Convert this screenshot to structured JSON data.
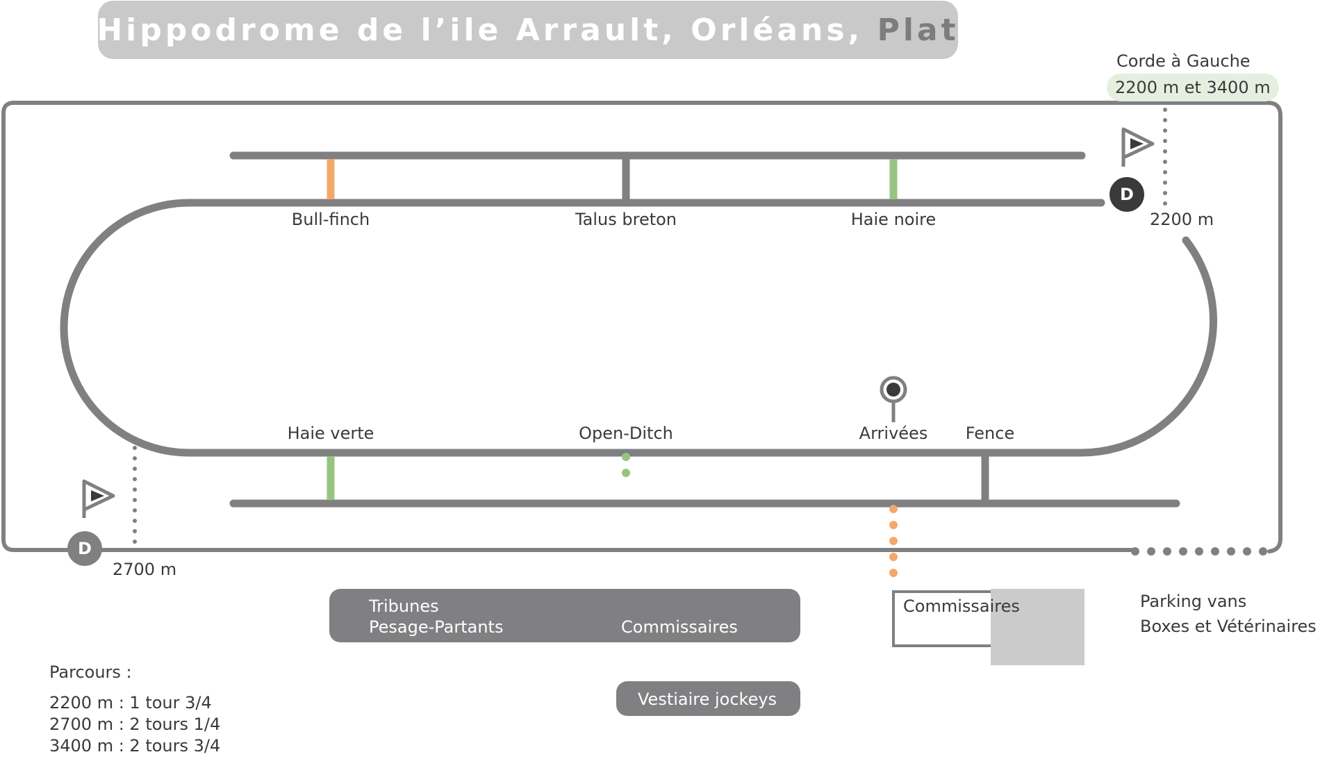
{
  "title": {
    "main": "Hippodrome de l’ile Arrault, Orléans, ",
    "accent": "Plat"
  },
  "colors": {
    "track": "#808083",
    "orange": "#f3a96c",
    "green": "#97c581",
    "dark": "#3a3a3c",
    "badge_green": "#e5efe0"
  },
  "icons": {
    "start_flag": "flag-icon",
    "finish_marker": "finish-post-icon"
  },
  "corde": {
    "label": "Corde à Gauche",
    "distances": "2200 m et 3400 m"
  },
  "starts": [
    {
      "letter": "D",
      "distance": "2200 m"
    },
    {
      "letter": "D",
      "distance": "2700 m"
    }
  ],
  "obstacles": {
    "top": [
      {
        "name": "Bull-finch",
        "color": "orange"
      },
      {
        "name": "Talus breton",
        "color": "grey"
      },
      {
        "name": "Haie noire",
        "color": "green"
      }
    ],
    "bottom": [
      {
        "name": "Haie verte",
        "color": "green"
      },
      {
        "name": "Open-Ditch",
        "color": "green-dotted"
      },
      {
        "name": "Fence",
        "color": "grey"
      }
    ]
  },
  "finish": {
    "label": "Arrivées"
  },
  "facilities": {
    "tribunes": "Tribunes",
    "pesage": "Pesage-Partants",
    "commissaires_main": "Commissaires",
    "commissaires_box": "Commissaires",
    "vestiaire": "Vestiaire jockeys",
    "parking": "Parking vans",
    "boxes": "Boxes et Vétérinaires"
  },
  "legend": {
    "heading": "Parcours :",
    "rows": [
      "2200 m : 1 tour 3/4",
      "2700 m : 2 tours 1/4",
      "3400 m : 2 tours 3/4"
    ]
  }
}
